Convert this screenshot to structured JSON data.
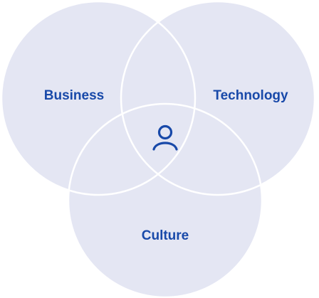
{
  "diagram": {
    "sets": [
      {
        "id": "business",
        "label": "Business"
      },
      {
        "id": "technology",
        "label": "Technology"
      },
      {
        "id": "culture",
        "label": "Culture"
      }
    ],
    "center_icon": "user-icon",
    "colors": {
      "circle_fill": "#E4E6F3",
      "circle_stroke": "#FFFFFF",
      "label_text": "#1849A9",
      "icon_stroke": "#1849A9"
    }
  }
}
